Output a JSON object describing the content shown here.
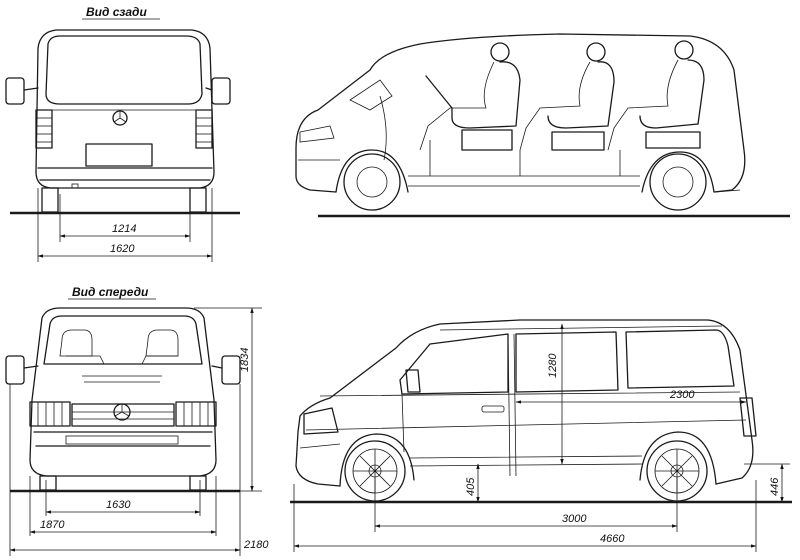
{
  "labels": {
    "rear_view": "Вид сзади",
    "front_view": "Вид спереди"
  },
  "dimensions": {
    "rear_track": "1214",
    "rear_width": "1620",
    "front_track": "1630",
    "front_width": "1870",
    "mirror_width": "2180",
    "height": "1834",
    "interior_height": "1280",
    "cargo_length": "2300",
    "ground_clearance": "405",
    "floor_height": "446",
    "wheelbase": "3000",
    "length": "4660"
  }
}
